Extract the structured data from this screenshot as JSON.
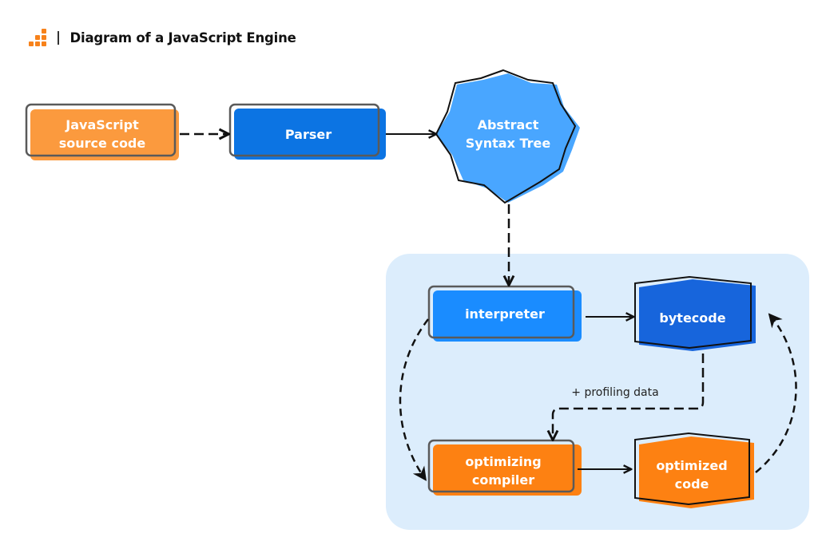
{
  "header": {
    "logo_icon": "orange-stair-blocks-logo",
    "title": "Diagram of a JavaScript Engine"
  },
  "colors": {
    "orange": "#fb9a3e",
    "orange_dark": "#fd8112",
    "blue": "#0c74e3",
    "blue_light": "#49a6ff",
    "blue_mid": "#1a8cff",
    "blue_deep": "#1765dc",
    "panel_bg": "#dcedfc",
    "outline": "#5a5a5a"
  },
  "nodes": {
    "source": {
      "line1": "JavaScript",
      "line2": "source code"
    },
    "parser": {
      "label": "Parser"
    },
    "ast": {
      "line1": "Abstract",
      "line2": "Syntax Tree"
    },
    "interpreter": {
      "label": "interpreter"
    },
    "bytecode": {
      "label": "bytecode"
    },
    "compiler": {
      "line1": "optimizing",
      "line2": "compiler"
    },
    "optimized": {
      "line1": "optimized",
      "line2": "code"
    }
  },
  "edges": [
    {
      "from": "source",
      "to": "parser",
      "style": "dashed"
    },
    {
      "from": "parser",
      "to": "ast",
      "style": "solid"
    },
    {
      "from": "ast",
      "to": "interpreter",
      "style": "dashed"
    },
    {
      "from": "interpreter",
      "to": "bytecode",
      "style": "solid"
    },
    {
      "from": "interpreter",
      "to": "compiler",
      "style": "dashed"
    },
    {
      "from": "bytecode",
      "to": "compiler",
      "style": "dashed",
      "label": "+ profiling data"
    },
    {
      "from": "compiler",
      "to": "optimized",
      "style": "solid"
    },
    {
      "from": "optimized",
      "to": "bytecode",
      "style": "dashed"
    }
  ],
  "edge_labels": {
    "profiling": "+ profiling data"
  }
}
